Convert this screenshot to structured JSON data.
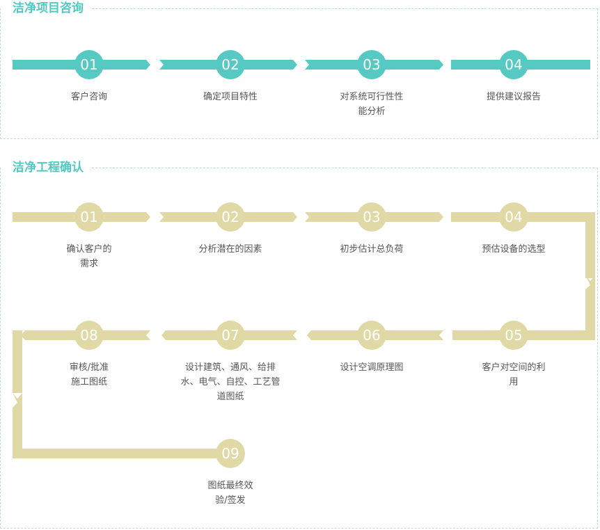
{
  "sections": [
    {
      "id": "consult",
      "title": "洁净项目咨询",
      "color": "#55c9c2",
      "steps": [
        {
          "num": "01",
          "label": "客户咨询"
        },
        {
          "num": "02",
          "label": "确定项目特性"
        },
        {
          "num": "03",
          "label": "对系统可行性性\n能分析"
        },
        {
          "num": "04",
          "label": "提供建议报告"
        }
      ]
    },
    {
      "id": "confirm",
      "title": "洁净工程确认",
      "color": "#e1d9a5",
      "steps": [
        {
          "num": "01",
          "label": "确认客户的\n需求"
        },
        {
          "num": "02",
          "label": "分析潜在的因素"
        },
        {
          "num": "03",
          "label": "初步估计总负荷"
        },
        {
          "num": "04",
          "label": "预估设备的选型"
        },
        {
          "num": "05",
          "label": "客户对空间的利\n用"
        },
        {
          "num": "06",
          "label": "设计空调原理图"
        },
        {
          "num": "07",
          "label": "设计建筑、通风、给排\n水、电气、自控、工艺管\n道图纸"
        },
        {
          "num": "08",
          "label": "审核/批准\n施工图纸"
        },
        {
          "num": "09",
          "label": "图纸最终效\n验/签发"
        }
      ]
    }
  ]
}
